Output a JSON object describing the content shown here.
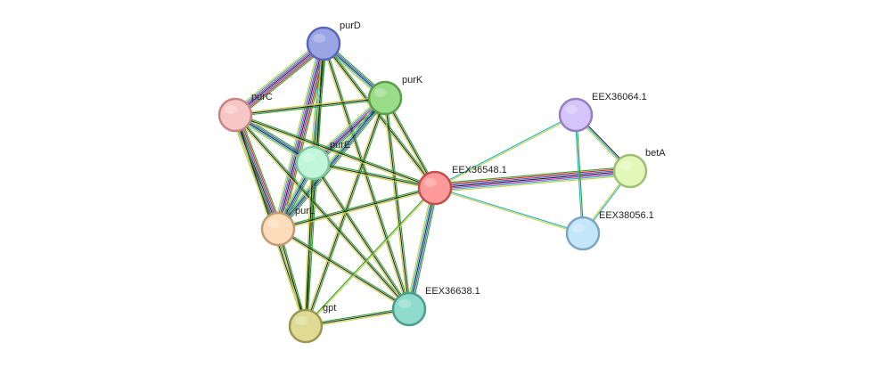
{
  "evidence_colors": {
    "neighborhood": "#2ca02c",
    "fusion": "#e41a1c",
    "cooccurrence": "#3a5fcd",
    "coexpression": "#222222",
    "experiments": "#c020c0",
    "databases": "#1fb0c8",
    "textmining": "#c8d040",
    "homology": "#9a9adc"
  },
  "nodes": [
    {
      "id": "purD",
      "label": "purD",
      "fill": "#9aa5e6",
      "stroke": "#5b66b8"
    },
    {
      "id": "purK",
      "label": "purK",
      "fill": "#99dd88",
      "stroke": "#5a9e4a"
    },
    {
      "id": "purC",
      "label": "purC",
      "fill": "#f7c7c7",
      "stroke": "#c68585"
    },
    {
      "id": "purE",
      "label": "purE",
      "fill": "#c0f7d8",
      "stroke": "#80c4a0"
    },
    {
      "id": "EEX36548.1",
      "label": "EEX36548.1",
      "fill": "#ff9a9a",
      "stroke": "#c24e4e"
    },
    {
      "id": "purL",
      "label": "purL",
      "fill": "#fddcbc",
      "stroke": "#c29a74"
    },
    {
      "id": "gpt",
      "label": "gpt",
      "fill": "#dfdb94",
      "stroke": "#9b9751"
    },
    {
      "id": "EEX36638.1",
      "label": "EEX36638.1",
      "fill": "#8fdccc",
      "stroke": "#4b9e8e"
    },
    {
      "id": "EEX36064.1",
      "label": "EEX36064.1",
      "fill": "#d4c4fa",
      "stroke": "#9480c0"
    },
    {
      "id": "betA",
      "label": "betA",
      "fill": "#e2f8b8",
      "stroke": "#a0bd78"
    },
    {
      "id": "EEX38056.1",
      "label": "EEX38056.1",
      "fill": "#c4e6fa",
      "stroke": "#7ea6c0"
    }
  ],
  "edges": [
    {
      "source": "purD",
      "target": "purC",
      "evidence": [
        "neighborhood",
        "fusion",
        "cooccurrence",
        "coexpression",
        "experiments",
        "databases",
        "textmining"
      ]
    },
    {
      "source": "purD",
      "target": "purK",
      "evidence": [
        "neighborhood",
        "cooccurrence",
        "coexpression",
        "databases",
        "textmining"
      ]
    },
    {
      "source": "purD",
      "target": "purE",
      "evidence": [
        "neighborhood",
        "cooccurrence",
        "coexpression",
        "databases",
        "textmining"
      ]
    },
    {
      "source": "purD",
      "target": "purL",
      "evidence": [
        "neighborhood",
        "fusion",
        "cooccurrence",
        "coexpression",
        "experiments",
        "databases",
        "textmining"
      ]
    },
    {
      "source": "purD",
      "target": "EEX36548.1",
      "evidence": [
        "neighborhood",
        "coexpression",
        "textmining"
      ]
    },
    {
      "source": "purD",
      "target": "gpt",
      "evidence": [
        "neighborhood",
        "coexpression",
        "textmining"
      ]
    },
    {
      "source": "purD",
      "target": "EEX36638.1",
      "evidence": [
        "neighborhood",
        "coexpression",
        "textmining"
      ]
    },
    {
      "source": "purK",
      "target": "purC",
      "evidence": [
        "neighborhood",
        "coexpression",
        "textmining"
      ]
    },
    {
      "source": "purK",
      "target": "purE",
      "evidence": [
        "neighborhood",
        "cooccurrence",
        "coexpression",
        "experiments",
        "databases",
        "textmining"
      ]
    },
    {
      "source": "purK",
      "target": "purL",
      "evidence": [
        "neighborhood",
        "cooccurrence",
        "coexpression",
        "databases",
        "textmining"
      ]
    },
    {
      "source": "purK",
      "target": "EEX36548.1",
      "evidence": [
        "neighborhood",
        "coexpression",
        "textmining"
      ]
    },
    {
      "source": "purK",
      "target": "gpt",
      "evidence": [
        "neighborhood",
        "coexpression",
        "textmining"
      ]
    },
    {
      "source": "purK",
      "target": "EEX36638.1",
      "evidence": [
        "neighborhood",
        "coexpression",
        "textmining"
      ]
    },
    {
      "source": "purC",
      "target": "purE",
      "evidence": [
        "neighborhood",
        "cooccurrence",
        "coexpression",
        "databases",
        "textmining"
      ]
    },
    {
      "source": "purC",
      "target": "purL",
      "evidence": [
        "neighborhood",
        "fusion",
        "cooccurrence",
        "coexpression",
        "experiments",
        "databases",
        "textmining"
      ]
    },
    {
      "source": "purC",
      "target": "EEX36548.1",
      "evidence": [
        "neighborhood",
        "coexpression",
        "textmining"
      ]
    },
    {
      "source": "purC",
      "target": "gpt",
      "evidence": [
        "neighborhood",
        "coexpression",
        "textmining"
      ]
    },
    {
      "source": "purC",
      "target": "EEX36638.1",
      "evidence": [
        "neighborhood",
        "coexpression",
        "textmining"
      ]
    },
    {
      "source": "purE",
      "target": "purL",
      "evidence": [
        "neighborhood",
        "cooccurrence",
        "coexpression",
        "databases",
        "textmining"
      ]
    },
    {
      "source": "purE",
      "target": "EEX36548.1",
      "evidence": [
        "neighborhood",
        "coexpression",
        "textmining"
      ]
    },
    {
      "source": "purE",
      "target": "gpt",
      "evidence": [
        "neighborhood",
        "coexpression",
        "textmining"
      ]
    },
    {
      "source": "purE",
      "target": "EEX36638.1",
      "evidence": [
        "neighborhood",
        "coexpression",
        "textmining"
      ]
    },
    {
      "source": "purL",
      "target": "EEX36548.1",
      "evidence": [
        "neighborhood",
        "coexpression",
        "textmining"
      ]
    },
    {
      "source": "purL",
      "target": "gpt",
      "evidence": [
        "neighborhood",
        "coexpression",
        "textmining"
      ]
    },
    {
      "source": "purL",
      "target": "EEX36638.1",
      "evidence": [
        "neighborhood",
        "coexpression",
        "textmining"
      ]
    },
    {
      "source": "gpt",
      "target": "EEX36548.1",
      "evidence": [
        "neighborhood",
        "textmining"
      ]
    },
    {
      "source": "gpt",
      "target": "EEX36638.1",
      "evidence": [
        "neighborhood",
        "coexpression",
        "textmining"
      ]
    },
    {
      "source": "EEX36548.1",
      "target": "EEX36638.1",
      "evidence": [
        "neighborhood",
        "cooccurrence",
        "coexpression",
        "databases",
        "textmining"
      ]
    },
    {
      "source": "EEX36548.1",
      "target": "EEX36064.1",
      "evidence": [
        "databases",
        "textmining"
      ]
    },
    {
      "source": "EEX36548.1",
      "target": "betA",
      "evidence": [
        "neighborhood",
        "fusion",
        "cooccurrence",
        "coexpression",
        "experiments",
        "databases",
        "textmining"
      ]
    },
    {
      "source": "EEX36548.1",
      "target": "EEX38056.1",
      "evidence": [
        "databases",
        "textmining"
      ]
    },
    {
      "source": "EEX36064.1",
      "target": "betA",
      "evidence": [
        "coexpression",
        "databases",
        "textmining"
      ]
    },
    {
      "source": "EEX36064.1",
      "target": "EEX38056.1",
      "evidence": [
        "neighborhood",
        "databases"
      ]
    },
    {
      "source": "betA",
      "target": "EEX38056.1",
      "evidence": [
        "databases",
        "textmining"
      ]
    }
  ]
}
